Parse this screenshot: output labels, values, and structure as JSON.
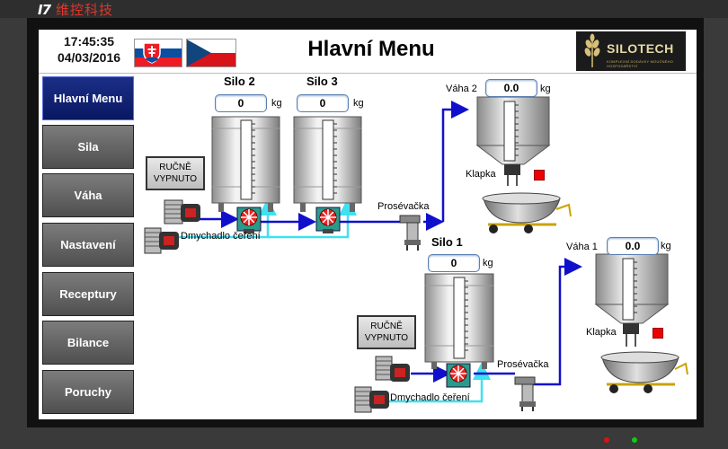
{
  "bezel": {
    "brand_mark": "I7",
    "brand_text": "维控科技"
  },
  "header": {
    "time": "17:45:35",
    "date": "04/03/2016",
    "title": "Hlavní Menu",
    "logo_text": "SILOTECH",
    "logo_subtext": "KOMPLEXNÍ DODÁVKY MOUČNÉHO HOSPODÁŘSTVÍ"
  },
  "sidebar": {
    "items": [
      {
        "label": "Hlavní Menu",
        "active": true
      },
      {
        "label": "Sila",
        "active": false
      },
      {
        "label": "Váha",
        "active": false
      },
      {
        "label": "Nastavení",
        "active": false
      },
      {
        "label": "Receptury",
        "active": false
      },
      {
        "label": "Bilance",
        "active": false
      },
      {
        "label": "Poruchy",
        "active": false
      }
    ]
  },
  "process": {
    "silo2": {
      "name": "Silo 2",
      "value": "0",
      "unit": "kg"
    },
    "silo3": {
      "name": "Silo 3",
      "value": "0",
      "unit": "kg"
    },
    "silo1": {
      "name": "Silo 1",
      "value": "0",
      "unit": "kg"
    },
    "vaha2": {
      "name": "Váha 2",
      "value": "0.0",
      "unit": "kg"
    },
    "vaha1": {
      "name": "Váha 1",
      "value": "0.0",
      "unit": "kg"
    },
    "manual_btn_top": "RUČNĚ VYPNUTO",
    "manual_btn_bottom": "RUČNĚ VYPNUTO",
    "blower_top": "Dmychadlo čeření",
    "blower_bottom": "Dmychadlo čeření",
    "sifter_top": "Prosévačka",
    "sifter_bottom": "Prosévačka",
    "valve_top": "Klapka",
    "valve_bottom": "Klapka"
  },
  "colors": {
    "pipe_blue": "#1010cc",
    "pipe_cyan": "#40e0f0",
    "alarm_red": "#ee0000",
    "nav_active": "#0a1862"
  },
  "icons": [
    "slovakia-flag",
    "czech-flag",
    "silotech-wheat-logo",
    "rotary-valve-icon",
    "blower-motor-icon",
    "sifter-icon",
    "weighing-hopper-icon",
    "mixer-cart-icon"
  ]
}
